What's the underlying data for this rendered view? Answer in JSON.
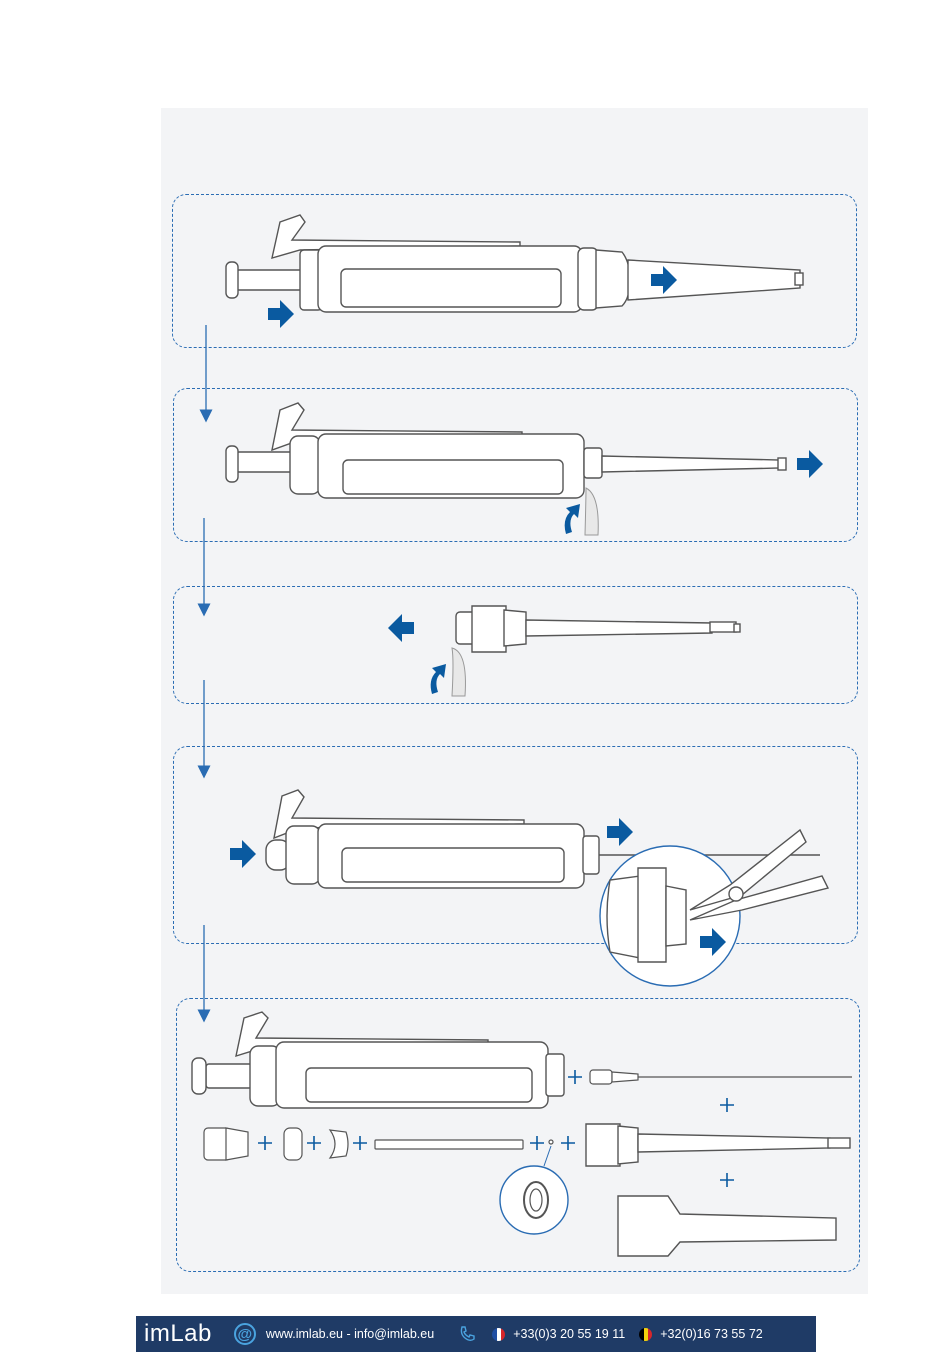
{
  "footer": {
    "logo_im": "im",
    "logo_lab": "Lab",
    "contact": "www.imlab.eu - info@imlab.eu",
    "phone_fr": "+33(0)3 20 55 19 11",
    "phone_be": "+32(0)16 73 55 72"
  },
  "icons": {
    "email": "at-icon",
    "phone": "phone-icon",
    "flag_fr": "flag-france-icon",
    "flag_be": "flag-belgium-icon"
  },
  "colors": {
    "panel_bg": "#f3f4f6",
    "dashed_border": "#2a6cb3",
    "arrow_blue": "#0a5aa0",
    "footer_bg": "#1f3b66",
    "accent_light_blue": "#4aa3df"
  }
}
